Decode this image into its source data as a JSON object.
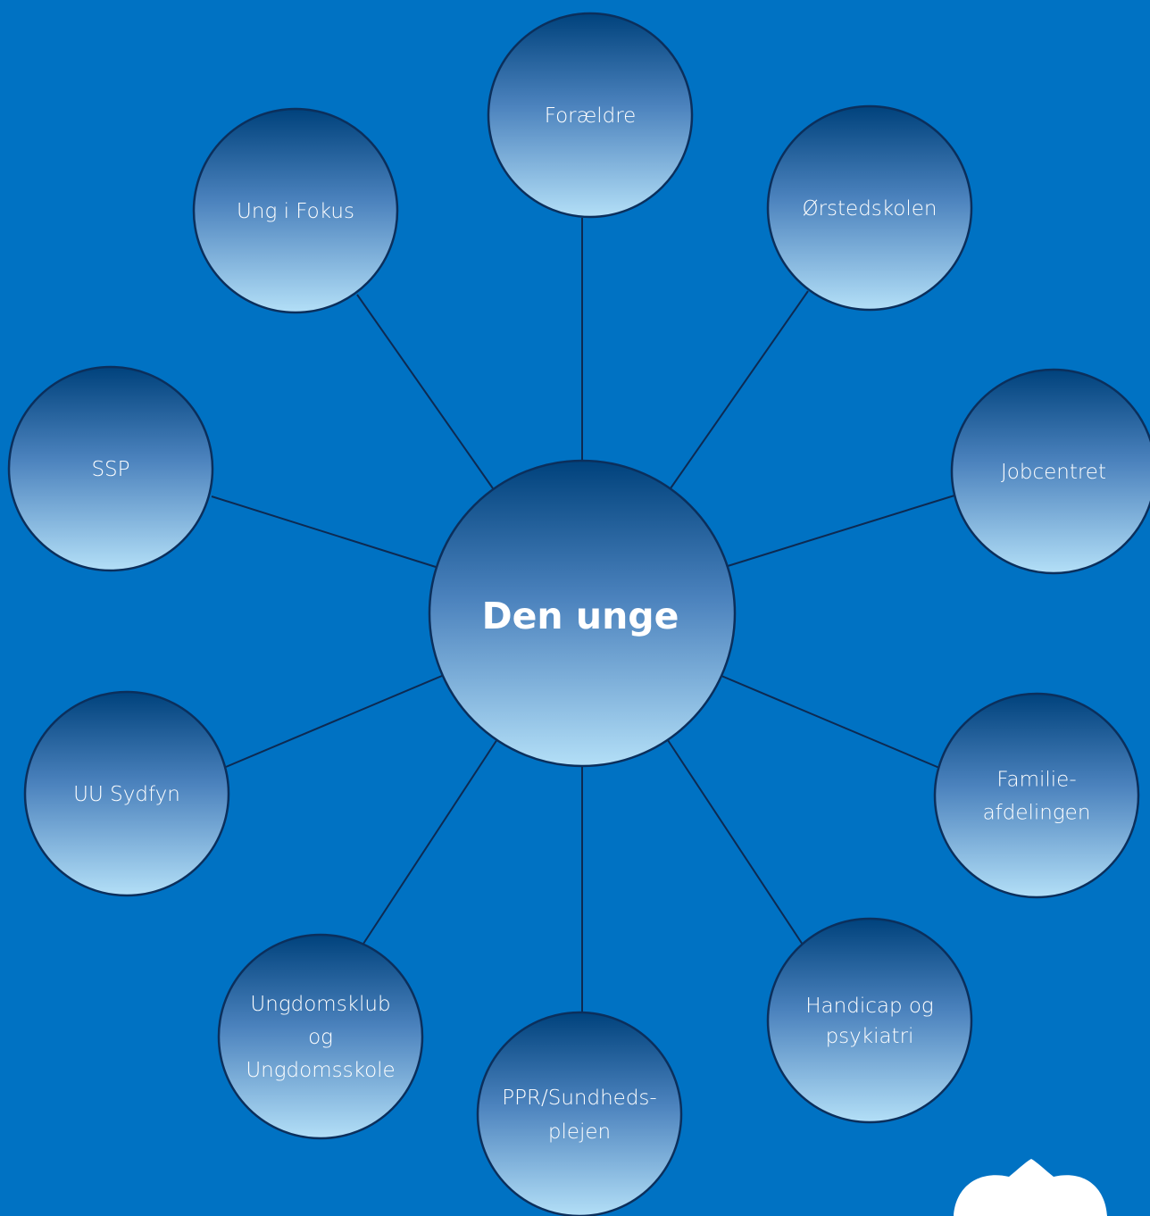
{
  "center": {
    "label": "Den unge"
  },
  "nodes": [
    {
      "id": "foraeldre",
      "lines": [
        "Forældre"
      ]
    },
    {
      "id": "orstedskolen",
      "lines": [
        "Ørstedskolen"
      ]
    },
    {
      "id": "jobcentret",
      "lines": [
        "Jobcentret"
      ]
    },
    {
      "id": "familieafdelingen",
      "lines": [
        "Familie-",
        "afdelingen"
      ]
    },
    {
      "id": "handicap-og-psykiatri",
      "lines": [
        "Handicap og",
        "psykiatri"
      ]
    },
    {
      "id": "ppr-sundhedsplejen",
      "lines": [
        "PPR/Sundheds-",
        "plejen"
      ]
    },
    {
      "id": "ungdomsklub-og-ungdomsskole",
      "lines": [
        "Ungdomsklub",
        "og",
        "Ungdomsskole"
      ]
    },
    {
      "id": "uu-sydfyn",
      "lines": [
        "UU Sydfyn"
      ]
    },
    {
      "id": "ssp",
      "lines": [
        "SSP"
      ]
    },
    {
      "id": "ung-i-fokus",
      "lines": [
        "Ung i Fokus"
      ]
    }
  ],
  "colors": {
    "background": "#0072c3",
    "bubble_top": "#00427c",
    "bubble_bottom": "#b3dff7",
    "outline": "#0b2f5c",
    "text": "#ffffff"
  }
}
